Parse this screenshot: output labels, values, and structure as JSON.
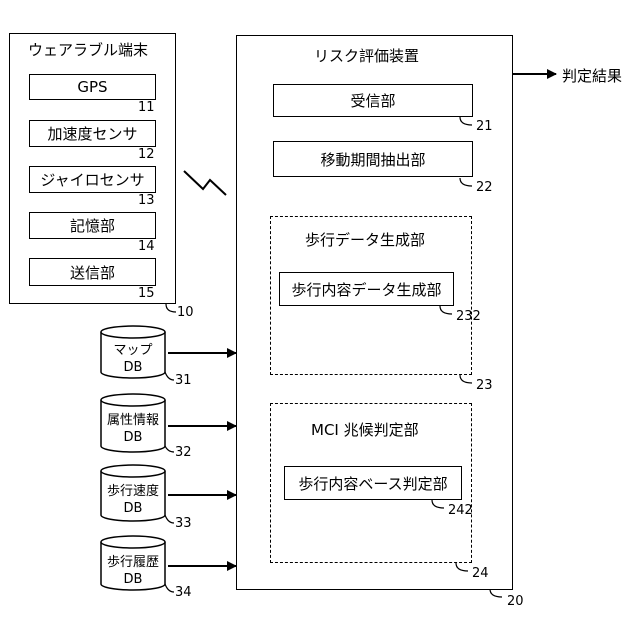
{
  "wearable": {
    "title": "ウェアラブル端末",
    "ref": "10",
    "items": [
      {
        "label": "GPS",
        "ref": "11"
      },
      {
        "label": "加速度センサ",
        "ref": "12"
      },
      {
        "label": "ジャイロセンサ",
        "ref": "13"
      },
      {
        "label": "記憶部",
        "ref": "14"
      },
      {
        "label": "送信部",
        "ref": "15"
      }
    ]
  },
  "risk_device": {
    "title": "リスク評価装置",
    "ref": "20",
    "receiver": {
      "label": "受信部",
      "ref": "21"
    },
    "extractor": {
      "label": "移動期間抽出部",
      "ref": "22"
    },
    "gait_data": {
      "title": "歩行データ生成部",
      "ref": "23",
      "inner": {
        "label": "歩行内容データ生成部",
        "ref": "232"
      }
    },
    "mci": {
      "title": "MCI 兆候判定部",
      "ref": "24",
      "inner": {
        "label": "歩行内容ベース判定部",
        "ref": "242"
      }
    }
  },
  "output": {
    "label": "判定結果"
  },
  "databases": [
    {
      "line1": "マップ",
      "line2": "DB",
      "ref": "31"
    },
    {
      "line1": "属性情報",
      "line2": "DB",
      "ref": "32"
    },
    {
      "line1": "歩行速度",
      "line2": "DB",
      "ref": "33"
    },
    {
      "line1": "歩行履歴",
      "line2": "DB",
      "ref": "34"
    }
  ]
}
